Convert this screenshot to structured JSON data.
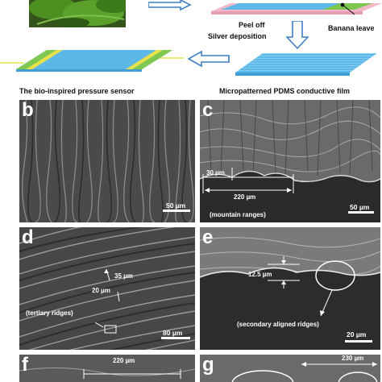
{
  "top": {
    "step_label_1": "Peel off",
    "step_label_2": "Silver deposition",
    "banana_label": "Banana leave",
    "sensor_label": "The bio-inspired pressure sensor",
    "film_label": "Micropatterned PDMS conductive film"
  },
  "panels": {
    "b": {
      "letter": "b",
      "scale": "50 µm"
    },
    "c": {
      "letter": "c",
      "scale": "50 µm",
      "dim_height": "30 µm",
      "dim_width": "220 µm",
      "caption": "(mountain ranges)"
    },
    "d": {
      "letter": "d",
      "scale": "80 µm",
      "dim_1": "35 µm",
      "dim_2": "20 µm",
      "caption": "(tertiary ridges)"
    },
    "e": {
      "letter": "e",
      "scale": "20 µm",
      "dim": "12.5 µm",
      "caption": "(secondary aligned ridges)"
    },
    "f": {
      "letter": "f",
      "dim": "220 µm"
    },
    "g": {
      "letter": "g",
      "dim": "230 µm"
    }
  },
  "colors": {
    "film_blue": "#5db8e8",
    "sensor_green": "#7ec850",
    "sensor_yellow": "#e8e24a",
    "arrow_blue": "#3d7fc4",
    "pink_layer": "#f2b8c6",
    "micrograph_gray": "#3a3a3a"
  }
}
